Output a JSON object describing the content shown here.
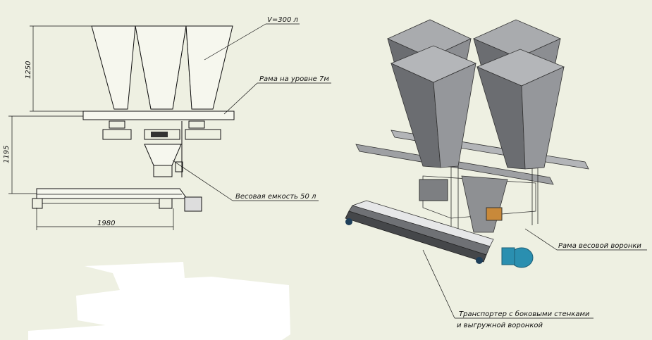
{
  "left_view": {
    "labels": {
      "volume": "V=300 л",
      "frame": "Рама на уровне 7м",
      "weigh_tank": "Весовая емкость 50 л"
    },
    "dimensions": {
      "height_top": "1250",
      "height_mid": "1195",
      "width": "1980"
    }
  },
  "iso_view": {
    "labels": {
      "weigh_frame": "Рама весовой воронки",
      "conveyor_line1": "Транспортер с боковыми стенками",
      "conveyor_line2": "и выгружной воронкой"
    }
  },
  "colors": {
    "background": "#eef0e2",
    "hopper_dark": "#7a7c80",
    "hopper_light": "#a9abae",
    "motor": "#2a8fb0"
  }
}
